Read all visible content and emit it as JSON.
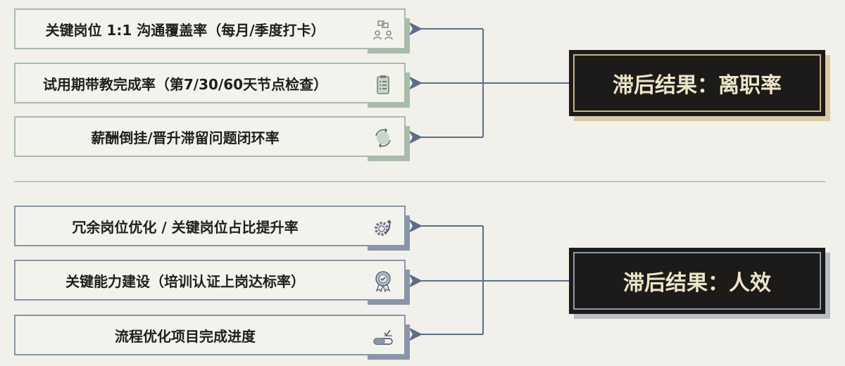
{
  "groups": [
    {
      "result": "滞后结果：离职率",
      "items": [
        {
          "label": "关键岗位 1:1 沟通覆盖率（每月/季度打卡）",
          "icon": "people-chat-icon"
        },
        {
          "label": "试用期带教完成率（第7/30/60天节点检查）",
          "icon": "clipboard-checklist-icon"
        },
        {
          "label": "薪酬倒挂/晋升滞留问题闭环率",
          "icon": "cycle-arrows-icon"
        }
      ]
    },
    {
      "result": "滞后结果：人效",
      "items": [
        {
          "label": "冗余岗位优化 / 关键岗位占比提升率",
          "icon": "gear-arrow-icon"
        },
        {
          "label": "关键能力建设（培训认证上岗达标率）",
          "icon": "award-badge-icon"
        },
        {
          "label": "流程优化项目完成进度",
          "icon": "progress-check-icon"
        }
      ]
    }
  ],
  "colors": {
    "background": "#f1f0eb",
    "green": "#a9bba9",
    "blue": "#8a95a8",
    "arrow": "#5b6e88",
    "dark": "#1c1b19",
    "gold": "#c8b48a"
  }
}
